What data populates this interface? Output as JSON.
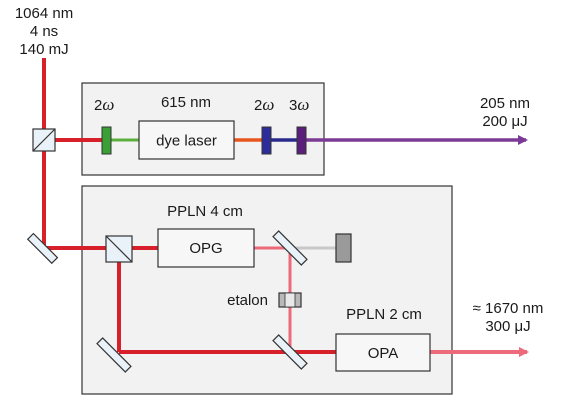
{
  "input_beam": {
    "wavelength": "1064 nm",
    "duration": "4 ns",
    "energy": "140 mJ"
  },
  "uv_stage": {
    "label_2w_first": "2",
    "label_615": "615 nm",
    "label_2w_second": "2",
    "label_3w_number": "3",
    "omega": "ω",
    "dye_laser": "dye laser"
  },
  "uv_output": {
    "wavelength": "205 nm",
    "energy": "200 μJ"
  },
  "ir_stage": {
    "ppln_4": "PPLN 4 cm",
    "opg": "OPG",
    "etalon": "etalon",
    "ppln_2": "PPLN 2 cm",
    "opa": "OPA"
  },
  "ir_output": {
    "wavelength": "≈ 1670 nm",
    "energy": "300 μJ"
  },
  "colors": {
    "beam_1064": "#d7202a",
    "beam_532": "#5bb03c",
    "beam_615": "#e8561e",
    "beam_307": "#2a2a8c",
    "beam_205": "#7b3a96",
    "beam_1670": "#ec6a7a",
    "beam_idler": "#c8c8c8",
    "filter_green": "#3aa035",
    "filter_blue": "#2c2c9a",
    "filter_purple": "#5a1f7a",
    "box_fill": "#f2f2f2",
    "element_fill": "#e8f2f8"
  }
}
